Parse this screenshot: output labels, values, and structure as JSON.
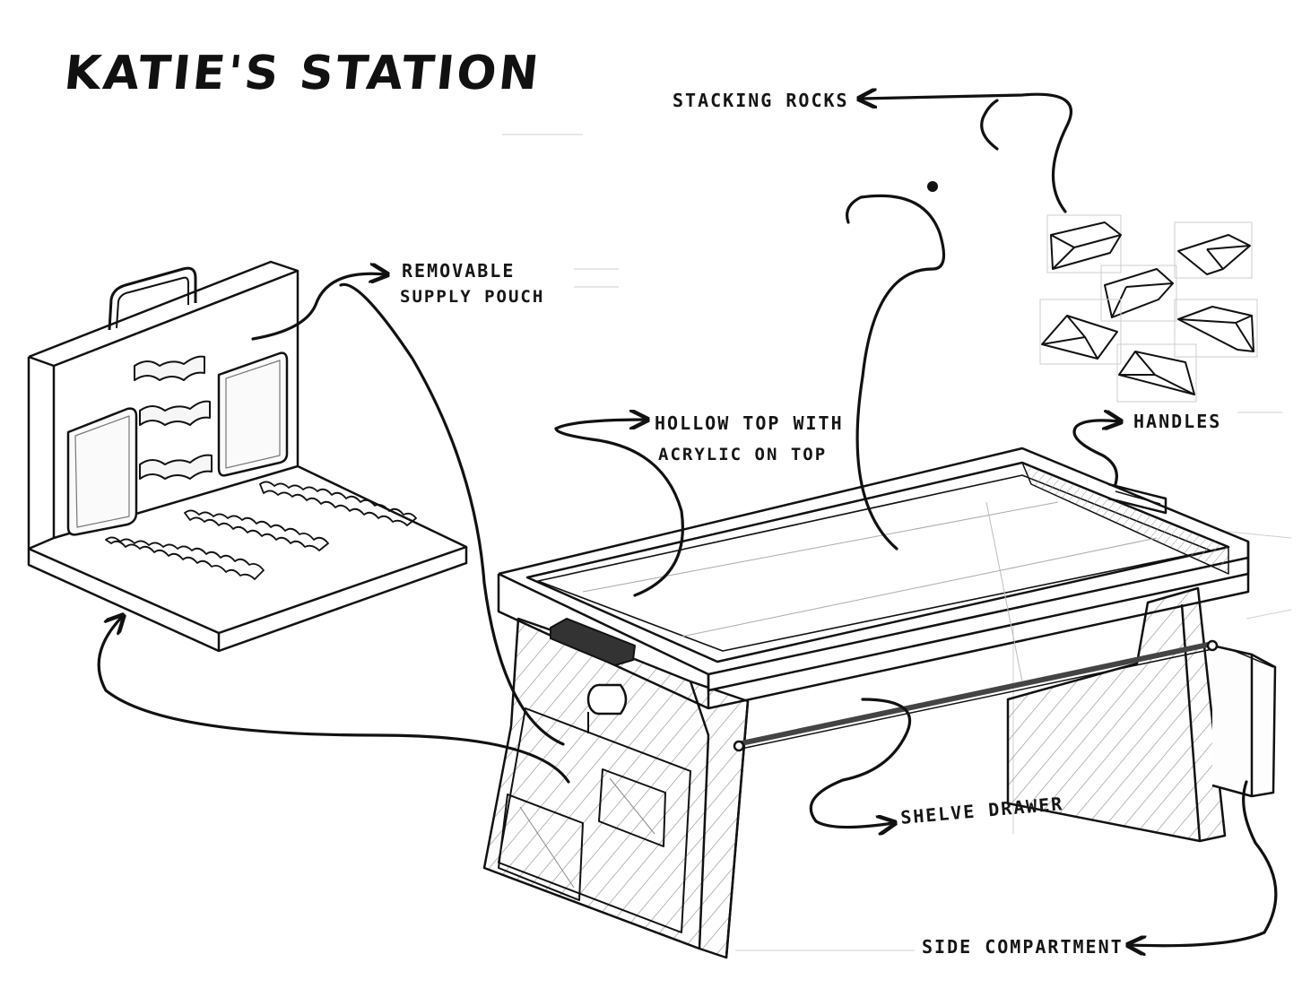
{
  "title": "KATIE'S STATION",
  "labels": {
    "stacking_rocks": "STACKING ROCKS",
    "removable_line1": "REMOVABLE",
    "removable_line2": "SUPPLY POUCH",
    "hollow_line1": "HOLLOW TOP WITH",
    "hollow_line2": "ACRYLIC ON TOP",
    "handles": "HANDLES",
    "shelve_drawer": "SHELVE DRAWER",
    "side_compartment": "SIDE COMPARTMENT"
  },
  "colors": {
    "ink": "#111111",
    "pencil": "#6a6a6a",
    "hatch": "#8a8a8a",
    "paper": "#ffffff"
  }
}
